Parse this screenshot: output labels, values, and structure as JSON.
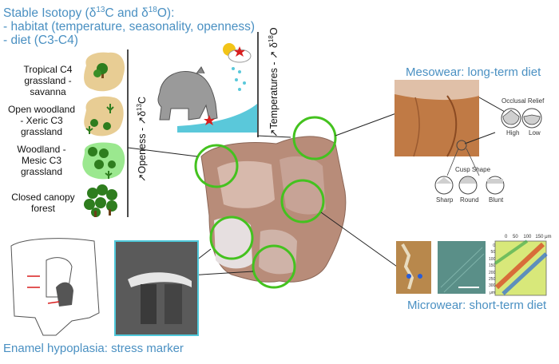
{
  "isotopy": {
    "title_prefix": "Stable Isotopy (δ",
    "title_c": "13",
    "title_mid": "C and δ",
    "title_o": "18",
    "title_suffix": "O):",
    "line_habitat": "- habitat (temperature, seasonality, openness)",
    "line_diet": "- diet (C3-C4)"
  },
  "habitats": [
    {
      "l1": "Tropical C4",
      "l2": "grassland -",
      "l3": "savanna"
    },
    {
      "l1": "Open woodland",
      "l2": "- Xeric C3",
      "l3": "grassland"
    },
    {
      "l1": "Woodland -",
      "l2": "Mesic C3",
      "l3": "grassland"
    },
    {
      "l1": "Closed canopy",
      "l2": "forest",
      "l3": ""
    }
  ],
  "axes": {
    "openness": "↗Openess - ↗δ",
    "openness_sup": "13",
    "openness_end": "C",
    "temperature": "↗Temperatures - ↗ δ",
    "temperature_sup": "18",
    "temperature_end": "O"
  },
  "mesowear": {
    "title": "Mesowear: long-term diet",
    "occlusal_relief": "Occlusal Relief",
    "high": "High",
    "low": "Low",
    "cusp_shape": "Cusp Shape",
    "sharp": "Sharp",
    "round": "Round",
    "blunt": "Blunt"
  },
  "microwear": {
    "title": "Microwear: short-term diet",
    "axis_top": [
      "0",
      "50",
      "100",
      "150 μm"
    ],
    "axis_left": [
      "0",
      "50",
      "100",
      "150",
      "200",
      "250",
      "300",
      "μm"
    ]
  },
  "enamel": {
    "title": "Enamel hypoplasia: stress marker"
  },
  "colors": {
    "caption_blue": "#4a90c2",
    "ring_green": "#44c21f",
    "water_cyan": "#5ac8da",
    "habitat_tan": "#e8cd94",
    "habitat_green": "#9be88f"
  }
}
